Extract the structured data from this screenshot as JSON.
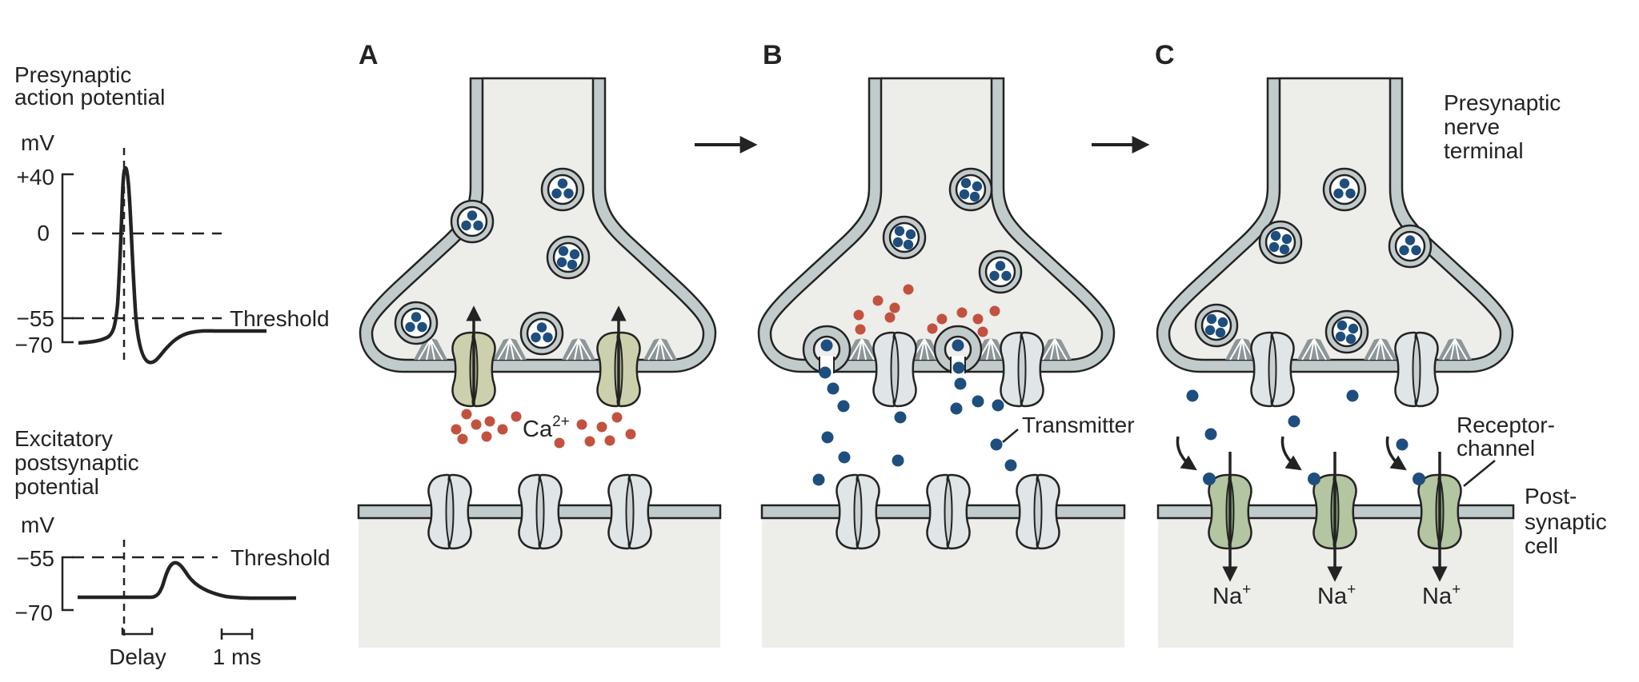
{
  "colors": {
    "line": "#232323",
    "membrane": "#c2cbcc",
    "terminal_fill": "#ededea",
    "transmitter_blue": "#1e4e7e",
    "calcium": "#c2523f",
    "olive": "#cdd0ac",
    "olive_dark": "#b5ba90",
    "gray_channel": "#e0e5e7",
    "gray_channel_dark": "#c8d0d2",
    "green": "#b3c5a1",
    "green_dark": "#8ea87b",
    "fan": "#8d9698"
  },
  "graphs": {
    "ap": {
      "title_lines": [
        "Presynaptic",
        "action potential"
      ],
      "unit": "mV",
      "ticks": [
        "+40",
        "0",
        "−55",
        "−70"
      ],
      "threshold_label": "Threshold"
    },
    "epsp": {
      "title_lines": [
        "Excitatory",
        "postsynaptic",
        "potential"
      ],
      "unit": "mV",
      "ticks": [
        "−55",
        "−70"
      ],
      "threshold_label": "Threshold",
      "delay_label": "Delay",
      "timescale_label": "1 ms"
    }
  },
  "panels": {
    "a_letter": "A",
    "b_letter": "B",
    "c_letter": "C"
  },
  "labels": {
    "ca_base": "Ca",
    "ca_sup": "2+",
    "transmitter": "Transmitter",
    "presynaptic_terminal_lines": [
      "Presynaptic",
      "nerve",
      "terminal"
    ],
    "receptor_channel_lines": [
      "Receptor-",
      "channel"
    ],
    "postsynaptic_cell_lines": [
      "Post-",
      "synaptic",
      "cell"
    ],
    "na_base": "Na",
    "na_sup": "+"
  }
}
